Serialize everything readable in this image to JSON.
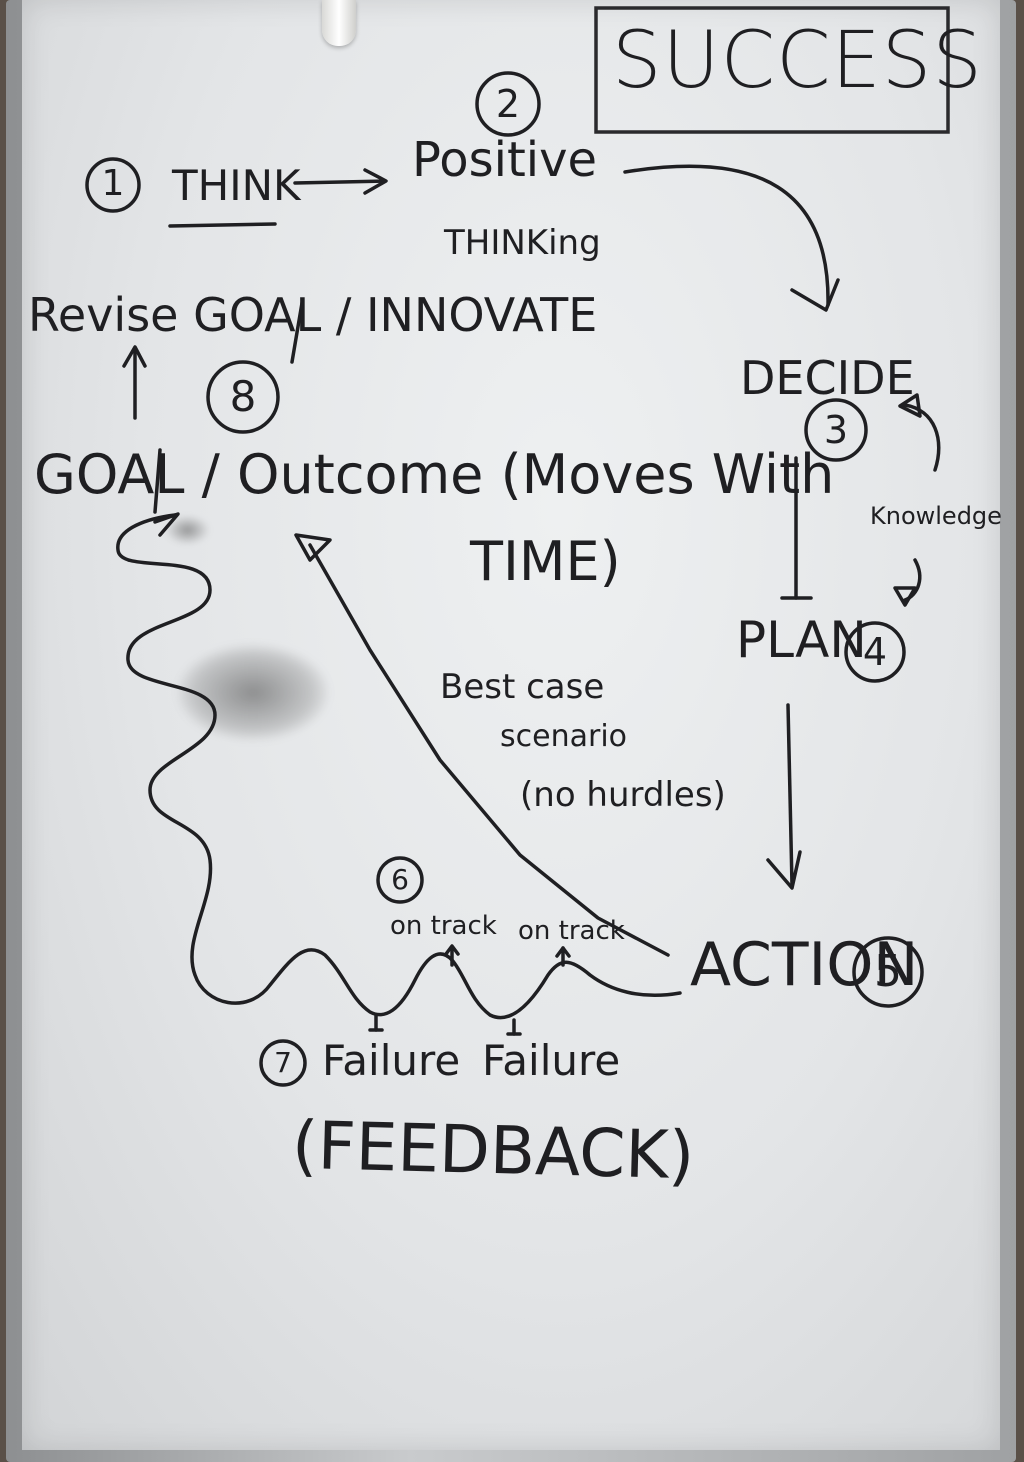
{
  "title": "SUCCESS",
  "steps": {
    "think": {
      "number": "1",
      "label": "THINK"
    },
    "positive": {
      "number": "2",
      "label_line1": "Positive",
      "label_line2": "THINKing"
    },
    "decide": {
      "number": "3",
      "label": "DECIDE"
    },
    "plan": {
      "number": "4",
      "label": "PLAN"
    },
    "action": {
      "number": "5",
      "label": "ACTION"
    },
    "on_track": {
      "number": "6",
      "label_1": "on track",
      "label_2": "on track"
    },
    "failure": {
      "number": "7",
      "label_1": "Failure",
      "label_2": "Failure",
      "feedback": "(FEEDBACK)"
    },
    "revise": {
      "number": "8",
      "label": "Revise GOAL / INNOVATE"
    }
  },
  "knowledge_label": "Knowledge",
  "goal": {
    "line1": "GOAL / Outcome (Moves With",
    "line2": "TIME)"
  },
  "best_case": {
    "line1": "Best case",
    "line2": "scenario",
    "line3": "(no hurdles)"
  }
}
